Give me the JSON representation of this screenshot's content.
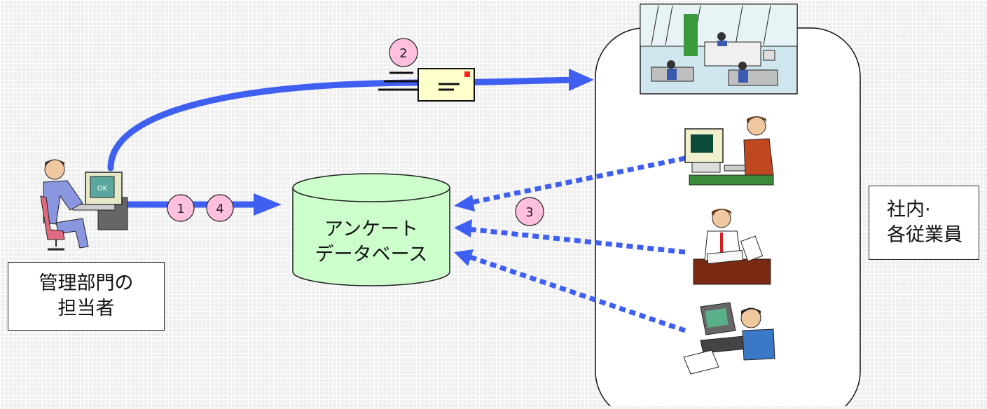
{
  "colors": {
    "flow_arrow": "#3f5ff0",
    "database_fill": "#ccffcc",
    "step_circle": "#ffc0de",
    "envelope": "#ffffcc"
  },
  "steps": {
    "step1": "1",
    "step2": "2",
    "step3": "3",
    "step4": "4"
  },
  "database": {
    "line1": "アンケート",
    "line2": "データベース"
  },
  "admin_label": {
    "line1": "管理部門の",
    "line2": "担当者"
  },
  "employees_label": {
    "line1": "社内·",
    "line2": "各従業員"
  },
  "icons": [
    "admin-person-computer-icon",
    "mail-envelope-icon",
    "office-room-icon",
    "employee-desktop-icon",
    "employee-document-icon",
    "employee-laptop-icon"
  ]
}
